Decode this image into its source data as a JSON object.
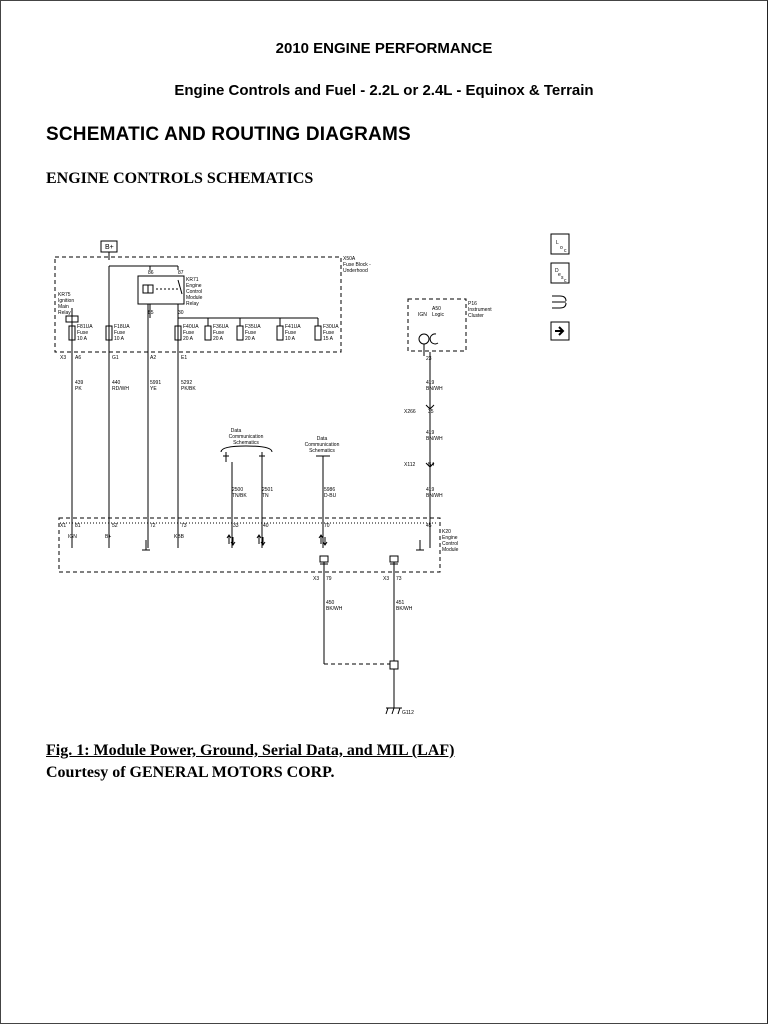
{
  "header": {
    "title": "2010 ENGINE PERFORMANCE",
    "subtitle": "Engine Controls and Fuel - 2.2L or 2.4L - Equinox & Terrain"
  },
  "section": {
    "title": "SCHEMATIC AND ROUTING DIAGRAMS",
    "subtitle": "ENGINE CONTROLS SCHEMATICS"
  },
  "schematic": {
    "battery_label": "B+",
    "fuse_block": {
      "id": "X50A",
      "line1": "Fuse Block -",
      "line2": "Underhood"
    },
    "relay_kr75": {
      "id": "KR75",
      "line1": "Ignition",
      "line2": "Main",
      "line3": "Relay"
    },
    "relay_kr71": {
      "id": "KR71",
      "line1": "Engine",
      "line2": "Control",
      "line3": "Module",
      "line4": "Relay",
      "pin_top_left": "86",
      "pin_top_right": "87",
      "pin_bot_left": "85",
      "pin_bot_right": "30"
    },
    "fuses": [
      {
        "id": "F81UA",
        "type": "Fuse",
        "rating": "10 A"
      },
      {
        "id": "F18UA",
        "type": "Fuse",
        "rating": "10 A"
      },
      {
        "id": "F40UA",
        "type": "Fuse",
        "rating": "20 A"
      },
      {
        "id": "F36UA",
        "type": "Fuse",
        "rating": "20 A"
      },
      {
        "id": "F35UA",
        "type": "Fuse",
        "rating": "20 A"
      },
      {
        "id": "F41UA",
        "type": "Fuse",
        "rating": "10 A"
      },
      {
        "id": "F30UA",
        "type": "Fuse",
        "rating": "15 A"
      }
    ],
    "fuse_pins": {
      "conn": "X3",
      "a": "A6",
      "b": "G1",
      "c": "A2",
      "d": "E1"
    },
    "wires": [
      {
        "circuit": "439",
        "color": "PK"
      },
      {
        "circuit": "440",
        "color": "RD/WH"
      },
      {
        "circuit": "5991",
        "color": "YE"
      },
      {
        "circuit": "5292",
        "color": "PK/BK"
      }
    ],
    "data_comm_left": {
      "line1": "Data",
      "line2": "Communication",
      "line3": "Schematics"
    },
    "data_comm_right": {
      "line1": "Data",
      "line2": "Communication",
      "line3": "Schematics"
    },
    "serial_wires": [
      {
        "circuit": "2500",
        "color": "TN/BK"
      },
      {
        "circuit": "2501",
        "color": "TN"
      },
      {
        "circuit": "5986",
        "color": "D-BU"
      }
    ],
    "cluster": {
      "id": "P16",
      "line1": "Instrument",
      "line2": "Cluster",
      "ign": "IGN",
      "logic_id": "A50",
      "logic": "Logic",
      "pin": "23"
    },
    "mil_wire": {
      "circuit": "419",
      "color": "BN/WH"
    },
    "x266": {
      "conn": "X266",
      "pin": "35"
    },
    "x112": {
      "conn": "X112",
      "pin": "B4"
    },
    "ecm": {
      "id": "K20",
      "line1": "Engine",
      "line2": "Control",
      "line3": "Module",
      "conn": "X1",
      "pins": [
        "81",
        "52",
        "72",
        "73",
        "33",
        "40",
        "70",
        "45"
      ],
      "labels": [
        "IGN",
        "B+",
        "",
        "KBB"
      ]
    },
    "ground_pins": {
      "conn_a": "X3",
      "pin_a": "79",
      "conn_b": "X3",
      "pin_b": "73"
    },
    "ground_wires": [
      {
        "circuit": "450",
        "color": "BK/WH"
      },
      {
        "circuit": "451",
        "color": "BK/WH"
      }
    ],
    "ground_id": "G112",
    "side_icons": [
      "location-icon",
      "description-icon",
      "connector-icon",
      "next-icon"
    ]
  },
  "figure": {
    "caption": "Fig. 1: Module Power, Ground, Serial Data, and MIL (LAF)",
    "courtesy": "Courtesy of GENERAL MOTORS CORP."
  }
}
